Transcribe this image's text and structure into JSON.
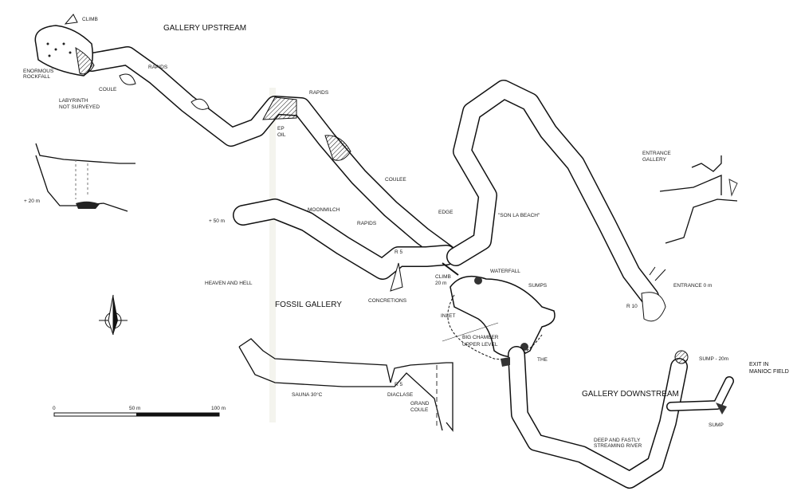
{
  "map": {
    "titles": {
      "gallery_upstream": "GALLERY UPSTREAM",
      "fossil_gallery": "FOSSIL GALLERY",
      "gallery_downstream": "GALLERY DOWNSTREAM",
      "entrance_gallery_1": "ENTRANCE",
      "entrance_gallery_2": "GALLERY",
      "heaven_and_hell": "HEAVEN AND HELL"
    },
    "labels": {
      "climb_top": "CLIMB",
      "enormous_1": "ENORMOUS",
      "enormous_2": "ROCKFALL",
      "coule": "COULE",
      "labyrinth_1": "LABYRINTH",
      "labyrinth_2": "NOT SURVEYED",
      "rapids_1": "RAPIDS",
      "rapids_2": "RAPIDS",
      "rapids_3": "RAPIDS",
      "deep_1": "EP",
      "deep_2": "OIL",
      "coulee": "COULEE",
      "edge": "EDGE",
      "son_la_beach": "\"SON LA BEACH\"",
      "moonmilch": "MOONMILCH",
      "plus50": "+ 50 m",
      "plus20": "+ 20 m",
      "r5_a": "R 5",
      "r5_b": "R 5",
      "climb_20_1": "CLIMB",
      "climb_20_2": "20 m",
      "waterfall": "WATERFALL",
      "sumps": "SUMPS",
      "concretions": "CONCRETIONS",
      "inlet": "INLET",
      "big_chamber_1": "BIG CHAMBER",
      "big_chamber_2": "UPPER LEVEL",
      "the": "THE",
      "entrance_0m": "ENTRANCE    0 m",
      "r10": "R 10",
      "sump_20": "SUMP  - 20m",
      "exit_1": "EXIT IN",
      "exit_2": "MANIOC FIELD",
      "sump": "SUMP",
      "river_1": "DEEP AND FASTLY",
      "river_2": "STREAMING RIVER",
      "sauna": "SAUNA 30°C",
      "diaclase": "DIACLASE",
      "grand_1": "GRAND",
      "grand_2": "COULE"
    },
    "scale": {
      "zero": "0",
      "mid": "50 m",
      "end": "100 m"
    },
    "north_icon": "north-arrow-compass"
  }
}
